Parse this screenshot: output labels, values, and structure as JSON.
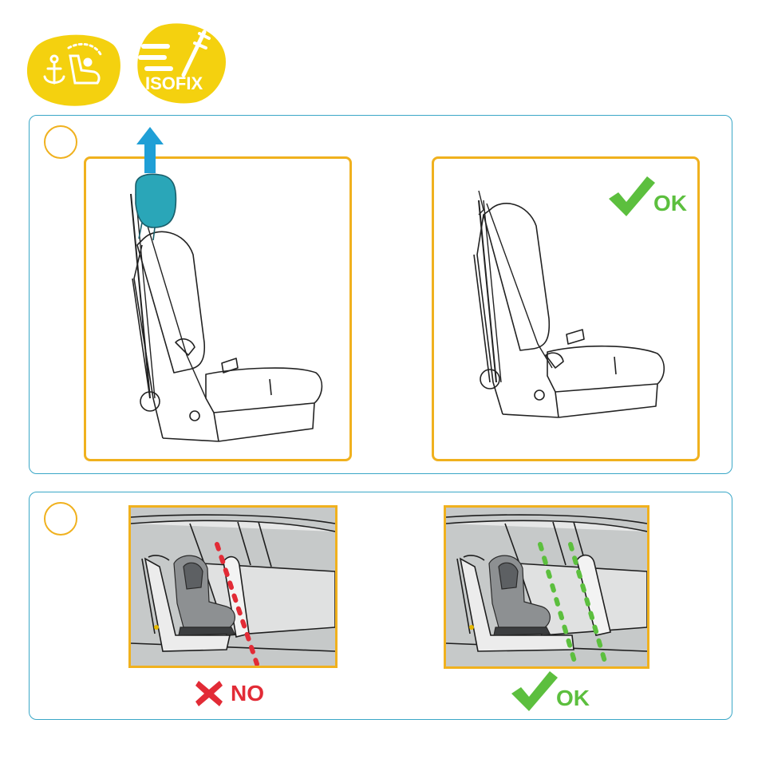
{
  "badges": {
    "isofix_text": "ISOFIX",
    "color": "#f4d10f"
  },
  "step1": {
    "ok_label": "OK"
  },
  "step2": {
    "no_label": "NO",
    "ok_label": "OK"
  },
  "colors": {
    "panel_border": "#3aa7c7",
    "frame_border": "#f0b11e",
    "ok_green": "#5cbf3e",
    "no_red": "#e22b36",
    "arrow_blue": "#1f9fd6",
    "headrest_teal": "#2aa6b8"
  }
}
